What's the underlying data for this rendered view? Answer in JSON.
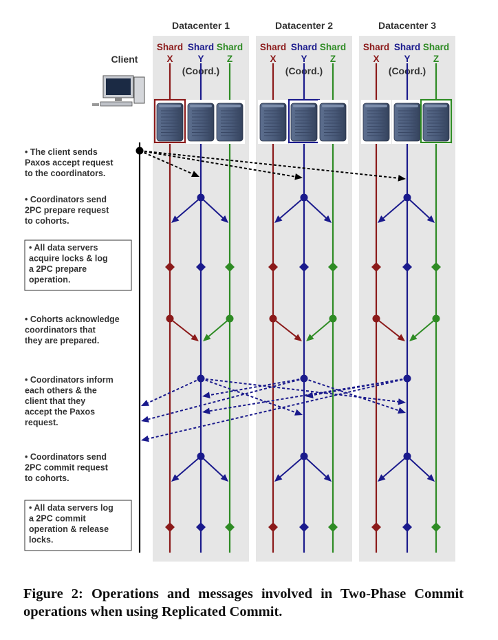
{
  "colors": {
    "shard_x": "#8b1a1a",
    "shard_y": "#1a1a8c",
    "shard_z": "#2e8b24",
    "panel": "#e6e6e6",
    "client": "#000000"
  },
  "client_label": "Client",
  "datacenters": [
    {
      "name": "Datacenter 1",
      "highlight": "x"
    },
    {
      "name": "Datacenter 2",
      "highlight": "y"
    },
    {
      "name": "Datacenter 3",
      "highlight": "z"
    }
  ],
  "shard_labels": {
    "x": {
      "line1": "Shard",
      "line2": "X"
    },
    "y": {
      "line1": "Shard",
      "line2": "Y"
    },
    "z": {
      "line1": "Shard",
      "line2": "Z"
    }
  },
  "coord_label": "(Coord.)",
  "steps": [
    {
      "boxed": false,
      "lines": [
        "• The client sends",
        "  Paxos accept request",
        "  to the coordinators."
      ]
    },
    {
      "boxed": false,
      "lines": [
        "• Coordinators send",
        "  2PC prepare request",
        "  to cohorts."
      ]
    },
    {
      "boxed": true,
      "lines": [
        "• All data servers",
        "  acquire locks & log",
        "  a 2PC prepare",
        "  operation."
      ]
    },
    {
      "boxed": false,
      "lines": [
        "• Cohorts acknowledge",
        "  coordinators that",
        "  they are prepared."
      ]
    },
    {
      "boxed": false,
      "lines": [
        "• Coordinators inform",
        "  each others & the",
        "  client that they",
        "  accept the Paxos",
        "  request."
      ]
    },
    {
      "boxed": false,
      "lines": [
        "• Coordinators send",
        "  2PC commit request",
        "  to cohorts."
      ]
    },
    {
      "boxed": true,
      "lines": [
        "• All data servers log",
        "  a 2PC commit",
        "  operation & release",
        "  locks."
      ]
    }
  ],
  "caption": "Figure 2:  Operations and messages involved in Two-Phase Commit operations when using Replicated Commit."
}
